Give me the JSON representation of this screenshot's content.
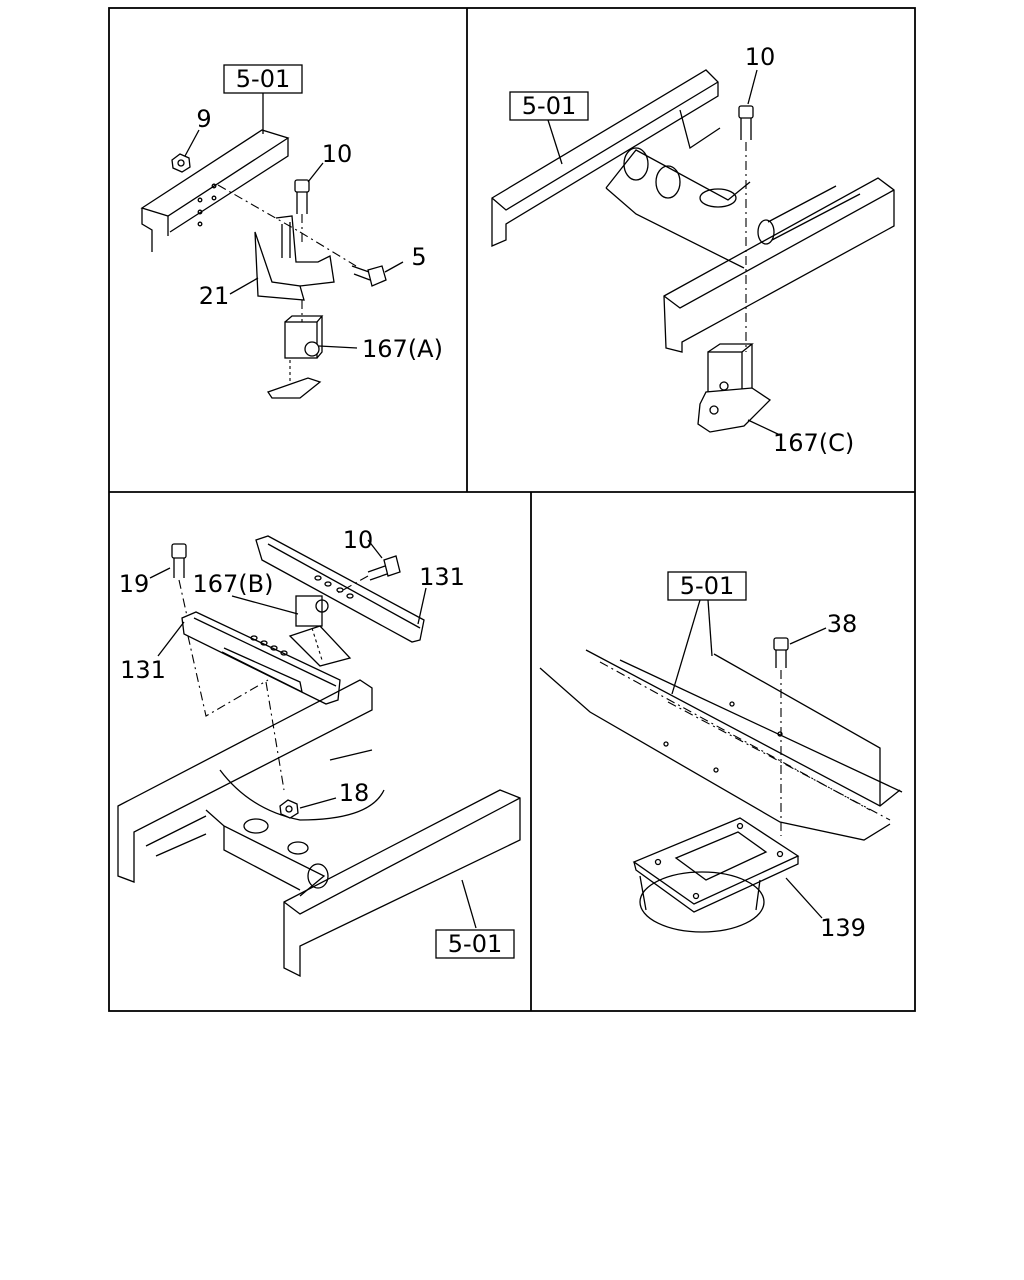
{
  "panels": [
    {
      "id": "top-left",
      "labels": [
        "5-01",
        "9",
        "10",
        "5",
        "21",
        "167(A)"
      ]
    },
    {
      "id": "top-right",
      "labels": [
        "5-01",
        "10",
        "167(C)"
      ]
    },
    {
      "id": "bottom-left",
      "labels": [
        "10",
        "131",
        "19",
        "167(B)",
        "131",
        "18",
        "5-01"
      ]
    },
    {
      "id": "bottom-right",
      "labels": [
        "5-01",
        "38",
        "139"
      ]
    }
  ]
}
